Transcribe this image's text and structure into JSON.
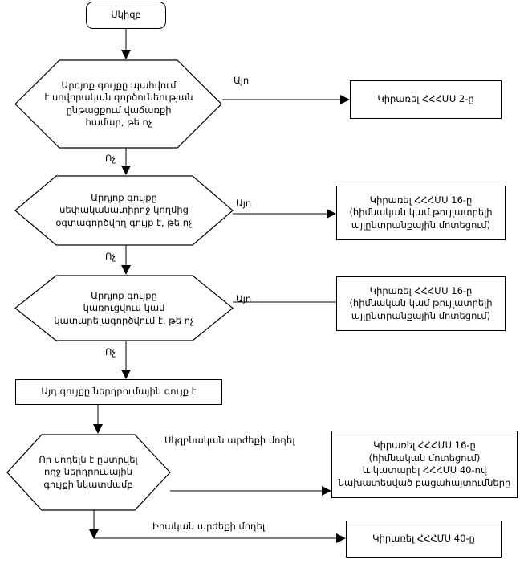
{
  "diagram": {
    "title_text": "",
    "language": "hy",
    "nodes": {
      "start": {
        "label": "Սկիզբ"
      },
      "d1": {
        "label": "Արդյոք գույքը պահվում\nէ սովորական գործունեության\nընթացքում վաճառքի\nհամար, թե ոչ"
      },
      "d2": {
        "label": "Արդյոք գույքը\nսեփականատիրոջ կողմից\nօգտագործվող գույք է, թե ոչ"
      },
      "d3": {
        "label": "Արդյոք գույքը\nկառուցվում կամ\nկատարելագործվում է, թե ոչ"
      },
      "p1": {
        "label": "Այդ գույքը ներդրումային գույք է"
      },
      "d4": {
        "label": "Որ մոդելն է ընտրվել\nողջ ներդրումային\nգույքի նկատմամբ"
      },
      "o1": {
        "label": "Կիրառել ՀՀՀՄՍ 2-ը"
      },
      "o2": {
        "label": "Կիրառել ՀՀՀՄՍ 16-ը\n(հիմնական կամ թույլատրելի\nայլընտրանքային մոտեցում)"
      },
      "o3": {
        "label": "Կիրառել ՀՀՀՄՍ 16-ը\n(հիմնական կամ թույլատրելի\nայլընտրանքային մոտեցում)"
      },
      "o4": {
        "label": "Կիրառել ՀՀՀՄՍ 16-ը\n(հիմնական մոտեցում)\nև կատարել ՀՀՀՄՍ 40-ով\nնախատեսված բացահայտումները"
      },
      "o5": {
        "label": "Կիրառել ՀՀՀՄՍ 40-ը"
      }
    },
    "edges": {
      "yes1": "Այո",
      "no1": "Ոչ",
      "yes2": "Այո",
      "no2": "Ոչ",
      "yes3": "Այո",
      "no3": "Ոչ",
      "cost_model": "Սկզբնական արժեքի մոդել",
      "fair_model": "Իրական արժեքի մոդել"
    },
    "colors": {
      "stroke": "#000000",
      "fill": "#ffffff",
      "text": "#000000"
    }
  }
}
